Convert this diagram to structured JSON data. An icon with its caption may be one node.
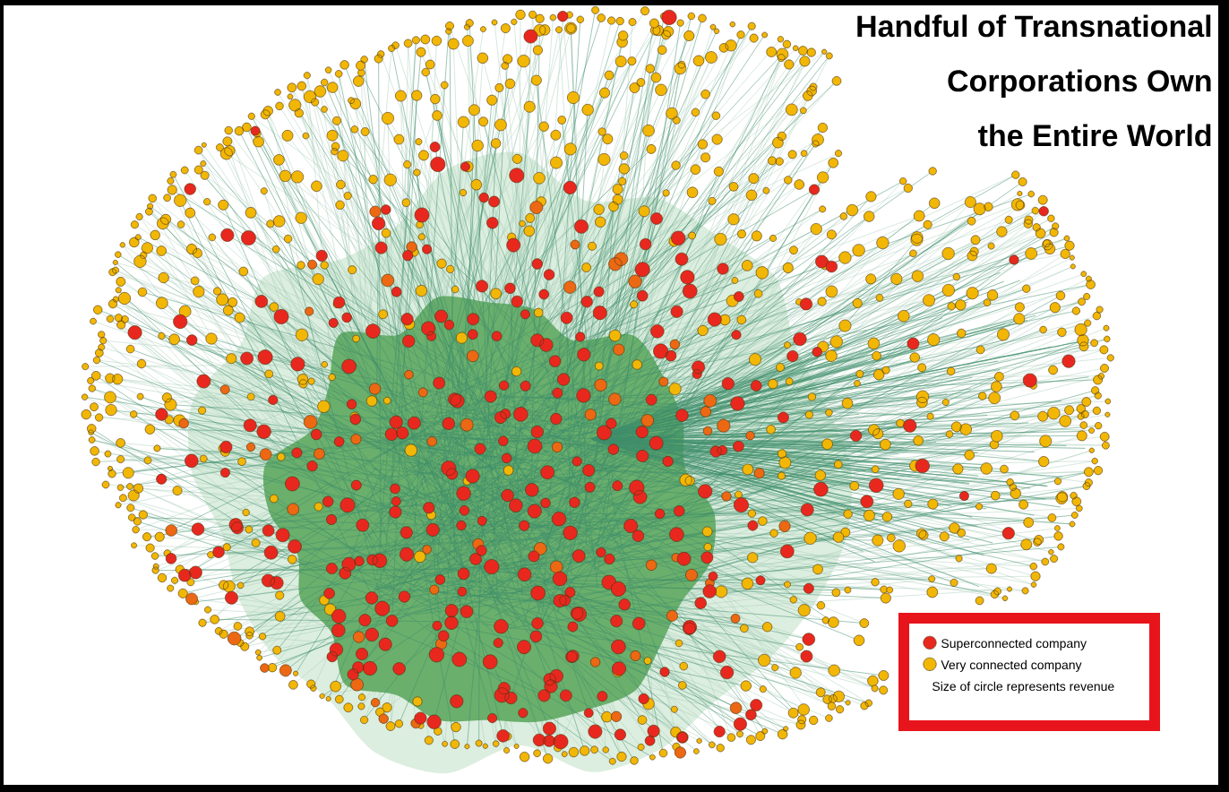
{
  "diagram": {
    "title": "Handful of Transnational Corporations Own the Entire World",
    "legend": [
      {
        "text": "Superconnected company",
        "color": "#e8281e"
      },
      {
        "text": "Very connected company",
        "color": "#f2b705"
      },
      {
        "text": "Size of circle represents revenue"
      }
    ]
  }
}
